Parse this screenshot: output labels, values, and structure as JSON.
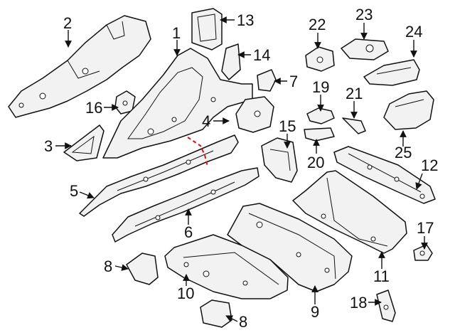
{
  "diagram": {
    "callouts": [
      {
        "id": "c1",
        "label": "1"
      },
      {
        "id": "c2",
        "label": "2"
      },
      {
        "id": "c3",
        "label": "3"
      },
      {
        "id": "c4",
        "label": "4"
      },
      {
        "id": "c5",
        "label": "5"
      },
      {
        "id": "c6",
        "label": "6"
      },
      {
        "id": "c7",
        "label": "7"
      },
      {
        "id": "c8a",
        "label": "8"
      },
      {
        "id": "c8b",
        "label": "8"
      },
      {
        "id": "c9",
        "label": "9"
      },
      {
        "id": "c10",
        "label": "10"
      },
      {
        "id": "c11",
        "label": "11"
      },
      {
        "id": "c12",
        "label": "12"
      },
      {
        "id": "c13",
        "label": "13"
      },
      {
        "id": "c14",
        "label": "14"
      },
      {
        "id": "c15",
        "label": "15"
      },
      {
        "id": "c16",
        "label": "16"
      },
      {
        "id": "c17",
        "label": "17"
      },
      {
        "id": "c18",
        "label": "18"
      },
      {
        "id": "c19",
        "label": "19"
      },
      {
        "id": "c20",
        "label": "20"
      },
      {
        "id": "c21",
        "label": "21"
      },
      {
        "id": "c22",
        "label": "22"
      },
      {
        "id": "c23",
        "label": "23"
      },
      {
        "id": "c24",
        "label": "24"
      },
      {
        "id": "c25",
        "label": "25"
      }
    ],
    "colors": {
      "line": "#111111",
      "part_fill": "#f2f2f2",
      "cut_line": "#e01010",
      "background": "#ffffff"
    }
  }
}
